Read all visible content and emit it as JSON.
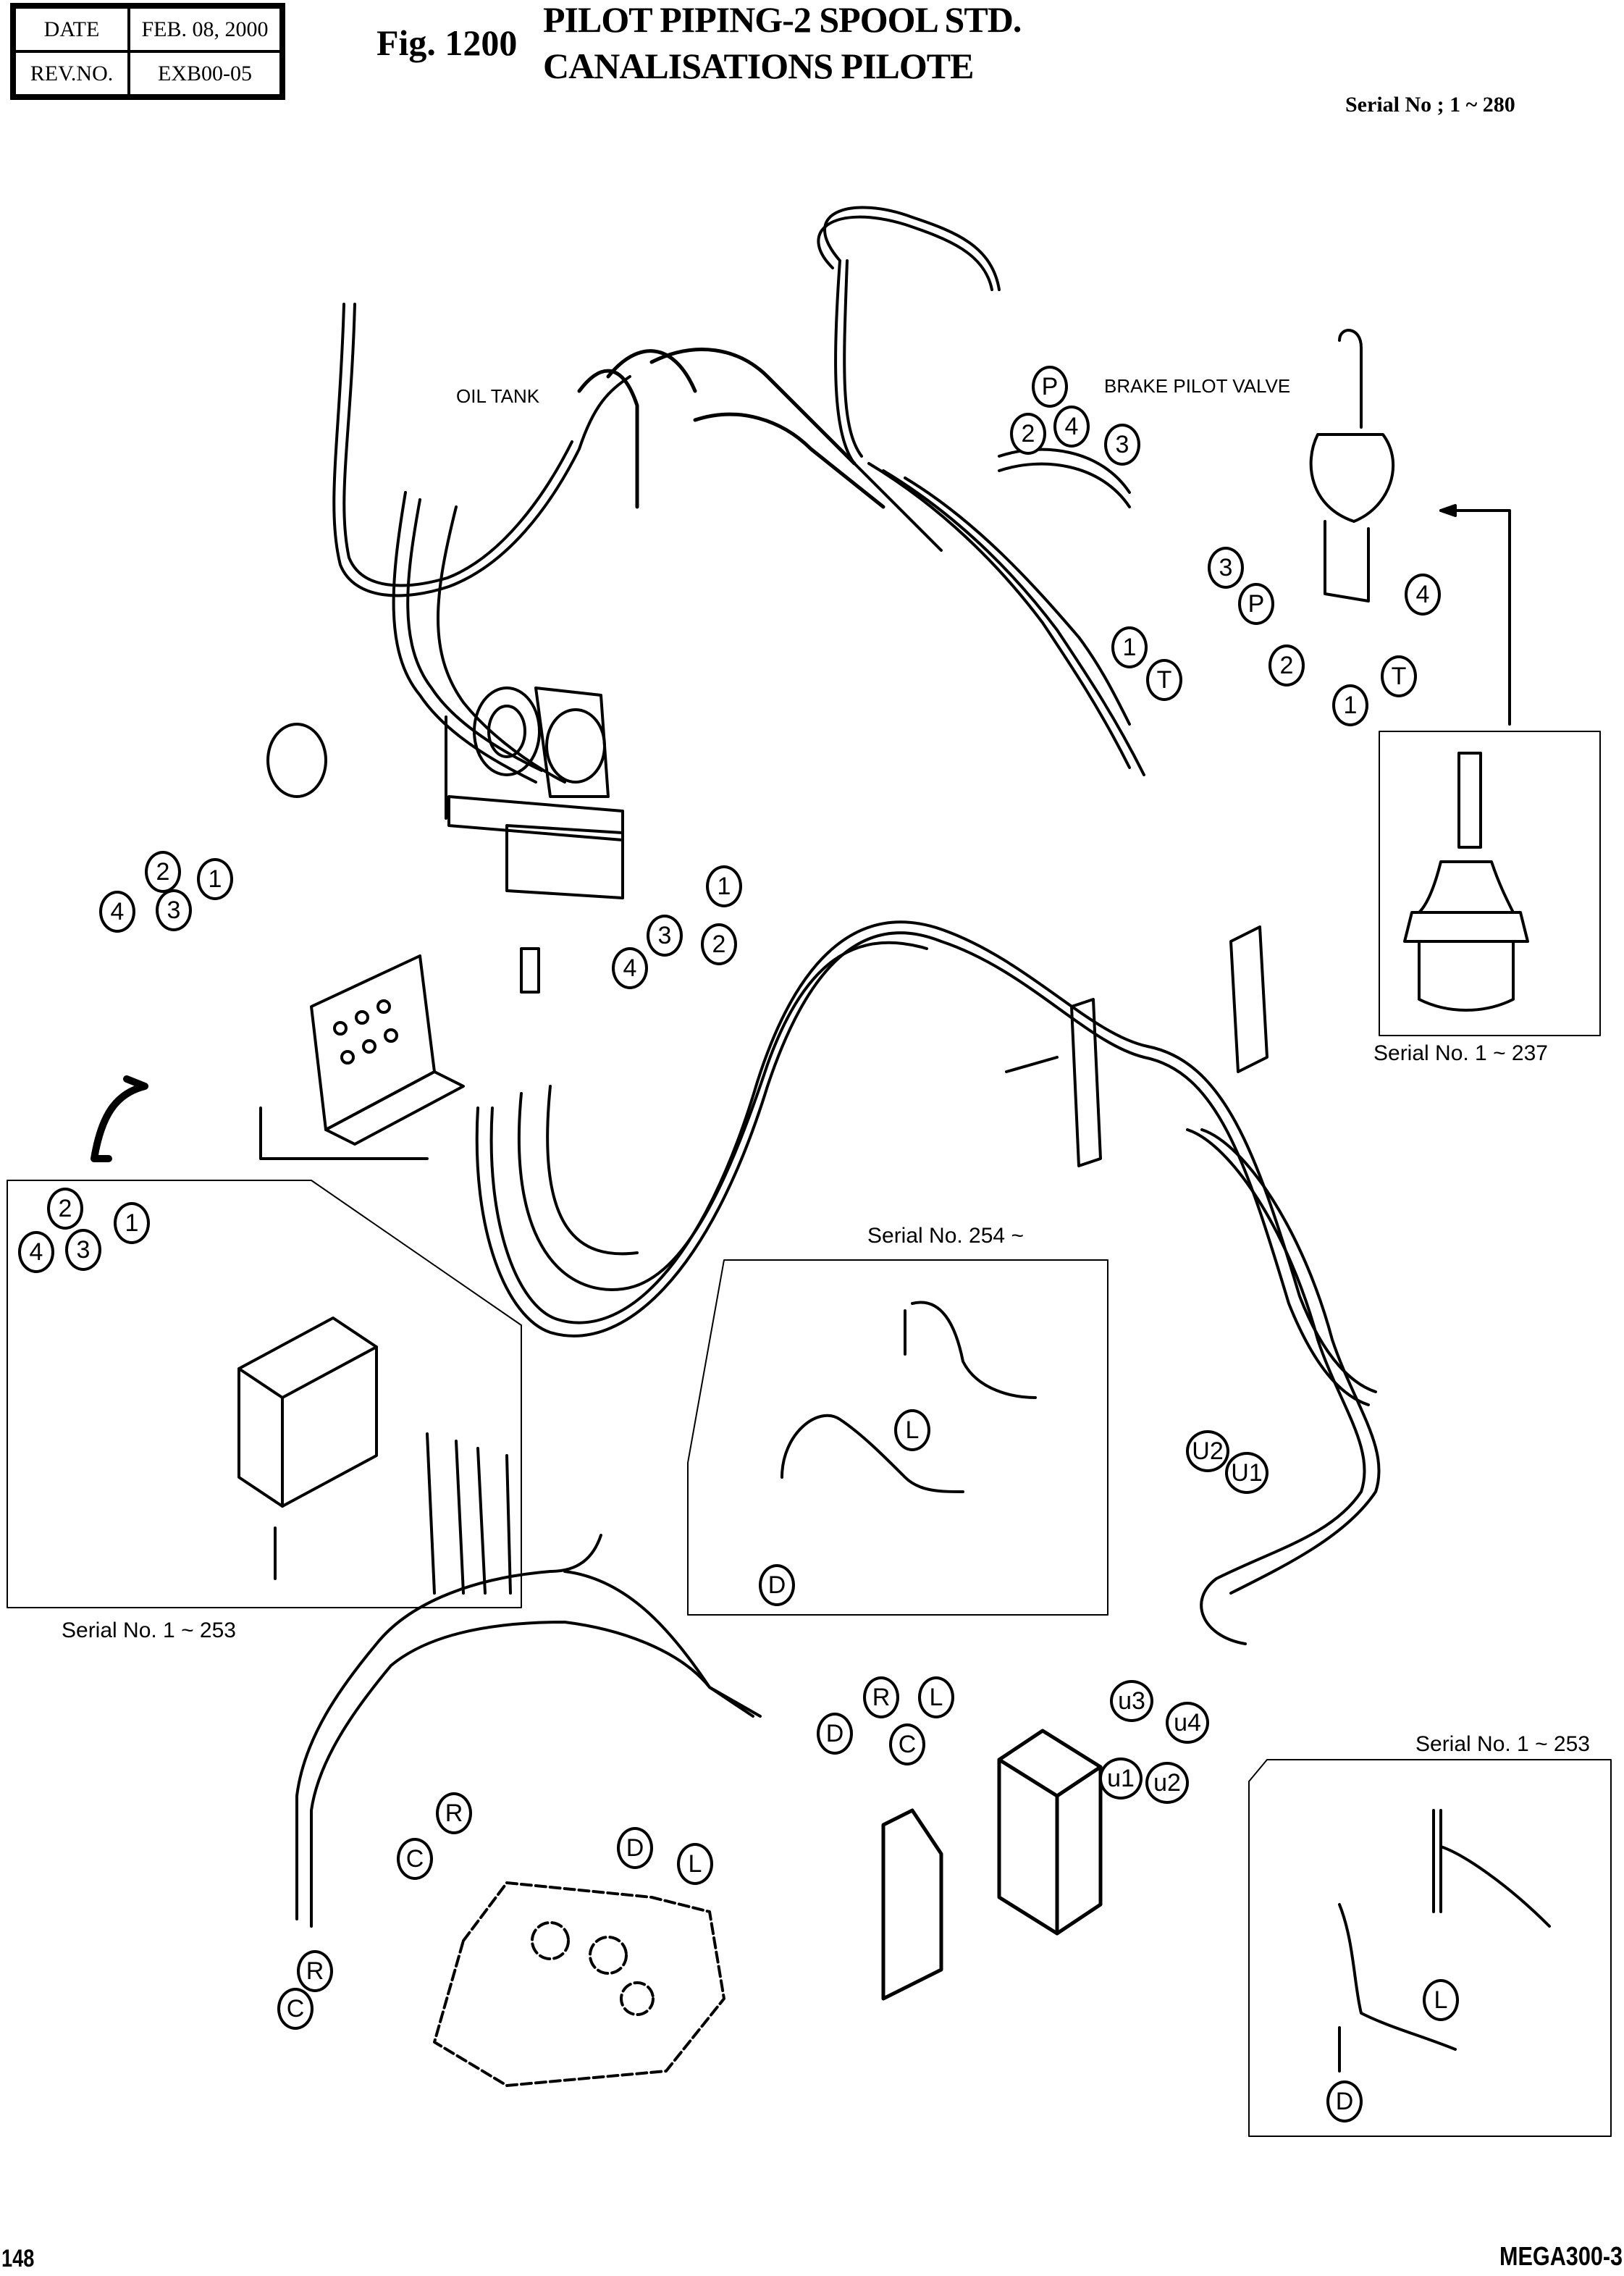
{
  "header": {
    "date_label": "DATE",
    "date_value": "FEB. 08, 2000",
    "rev_label": "REV.NO.",
    "rev_value": "EXB00-05",
    "figure_number": "Fig. 1200",
    "title_en": "PILOT PIPING-2 SPOOL STD.",
    "title_fr": "CANALISATIONS PILOTE",
    "serial_range": "Serial No ; 1 ~ 280"
  },
  "labels": {
    "oil_tank": "OIL TANK",
    "brake_pilot_valve": "BRAKE PILOT VALVE"
  },
  "insets": [
    {
      "id": "joystick",
      "serial": "Serial No. 1 ~ 237"
    },
    {
      "id": "valve-block-left",
      "serial": "Serial No. 1 ~ 253"
    },
    {
      "id": "hoses-middle",
      "serial": "Serial No. 254 ~"
    },
    {
      "id": "hoses-right",
      "serial": "Serial No. 1 ~ 253"
    }
  ],
  "callouts": {
    "brake_valve": [
      "P",
      "2",
      "4",
      "3",
      "1",
      "T"
    ],
    "joystick": [
      "3",
      "P",
      "2",
      "1",
      "T",
      "4"
    ],
    "manifold_clamp": [
      "1",
      "3",
      "2",
      "4"
    ],
    "adapter_plate": [
      "2",
      "1",
      "4",
      "3"
    ],
    "inset_left": [
      "2",
      "1",
      "4",
      "3"
    ],
    "inset_middle": [
      "L",
      "D"
    ],
    "cross_ports": [
      "U2",
      "U1"
    ],
    "junction_block": [
      "R",
      "L",
      "D",
      "C",
      "u3",
      "u4",
      "u1",
      "u2"
    ],
    "control_valve": [
      "C",
      "R",
      "D",
      "L"
    ],
    "control_valve_pipes": [
      "R",
      "C"
    ],
    "inset_right": [
      "L",
      "D"
    ]
  },
  "footer": {
    "page_number": "148",
    "model": "MEGA300-3"
  }
}
